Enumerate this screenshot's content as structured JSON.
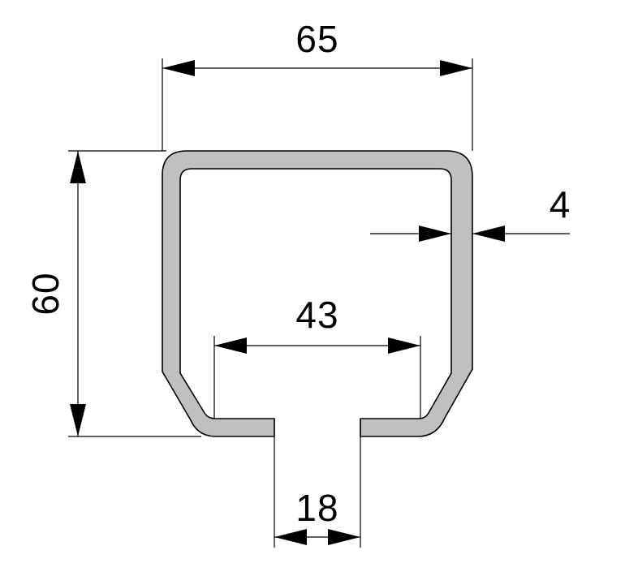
{
  "diagram": {
    "colors": {
      "profile_fill": "#c0c0c0",
      "profile_stroke": "#000000",
      "dimension_line": "#000000",
      "background": "#ffffff"
    },
    "dimensions": {
      "overall_width": "65",
      "overall_height": "60",
      "wall_thickness": "4",
      "inner_opening": "43",
      "slot_width": "18"
    }
  }
}
